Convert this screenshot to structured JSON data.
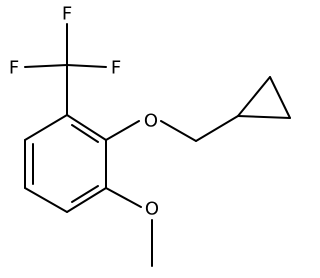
{
  "molecule": {
    "atoms": [
      {
        "id": "F1",
        "label": "F"
      },
      {
        "id": "F2",
        "label": "F"
      },
      {
        "id": "F3",
        "label": "F"
      },
      {
        "id": "O1",
        "label": "O"
      },
      {
        "id": "O2",
        "label": "O"
      }
    ]
  }
}
